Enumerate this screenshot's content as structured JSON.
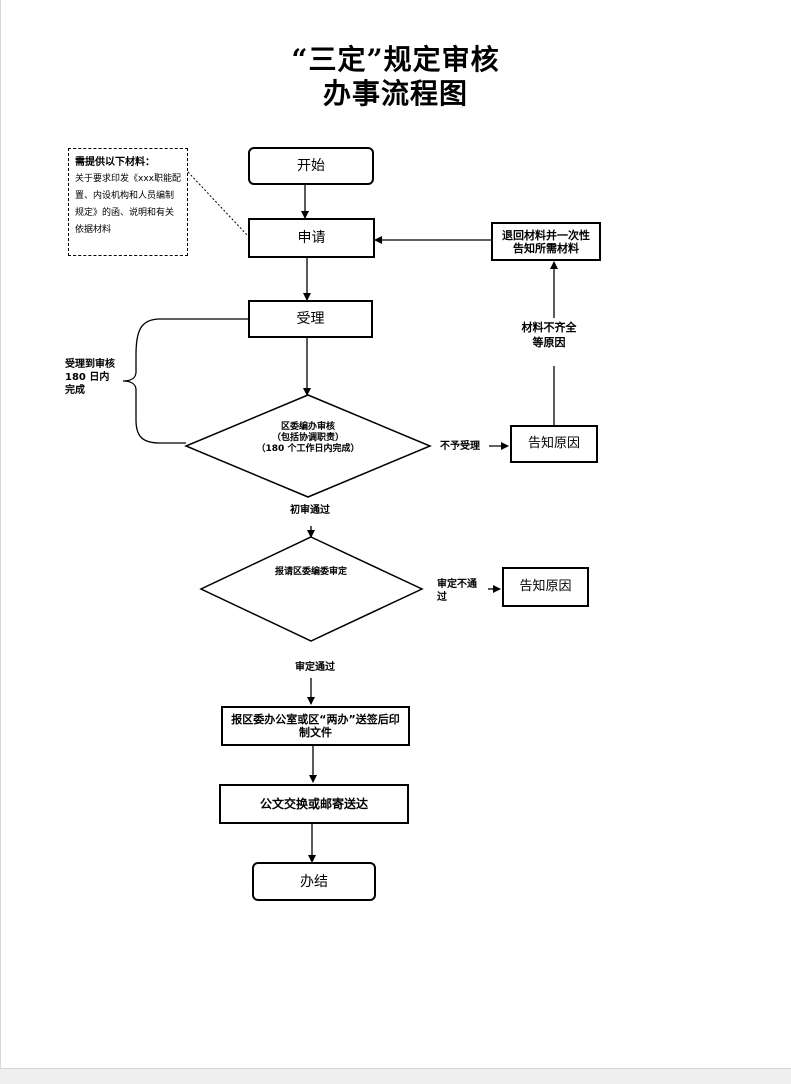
{
  "title": {
    "line1": "“三定”规定审核",
    "line2": "办事流程图"
  },
  "note": {
    "heading": "需提供以下材料：",
    "body": "关于要求印发《xxx职能配置、内设机构和人员编制规定》的函、说明和有关依据材料"
  },
  "nodes": {
    "start": "开始",
    "apply": "申请",
    "accept": "受理",
    "return_materials": "退回材料并一次性告知所需材料",
    "review_line1": "区委编办审核",
    "review_line2": "（包括协调职责）",
    "review_line3": "（180 个工作日内完成）",
    "notify_reason_1": "告知原因",
    "approval": "报请区委编委审定",
    "notify_reason_2": "告知原因",
    "print": "报区委办公室或区“两办”送签后印制文件",
    "deliver": "公文交换或邮寄送达",
    "end": "办结"
  },
  "labels": {
    "incomplete": "材料不齐全等原因",
    "not_accepted": "不予受理",
    "time_limit": "受理到审核 180 日内完成",
    "initial_pass": "初审通过",
    "approval_fail": "审定不通过",
    "approval_pass": "审定通过"
  }
}
